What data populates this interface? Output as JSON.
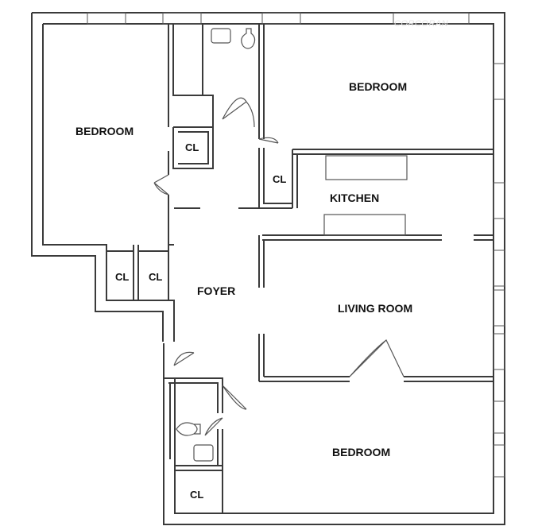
{
  "watermark": "CORCORAN",
  "rooms": {
    "bedroom_nw": "BEDROOM",
    "bedroom_ne": "BEDROOM",
    "bedroom_s": "BEDROOM",
    "kitchen": "KITCHEN",
    "living_room": "LIVING ROOM",
    "foyer": "FOYER",
    "closet_1": "CL",
    "closet_2": "CL",
    "closet_3": "CL",
    "closet_4": "CL",
    "closet_5": "CL"
  }
}
